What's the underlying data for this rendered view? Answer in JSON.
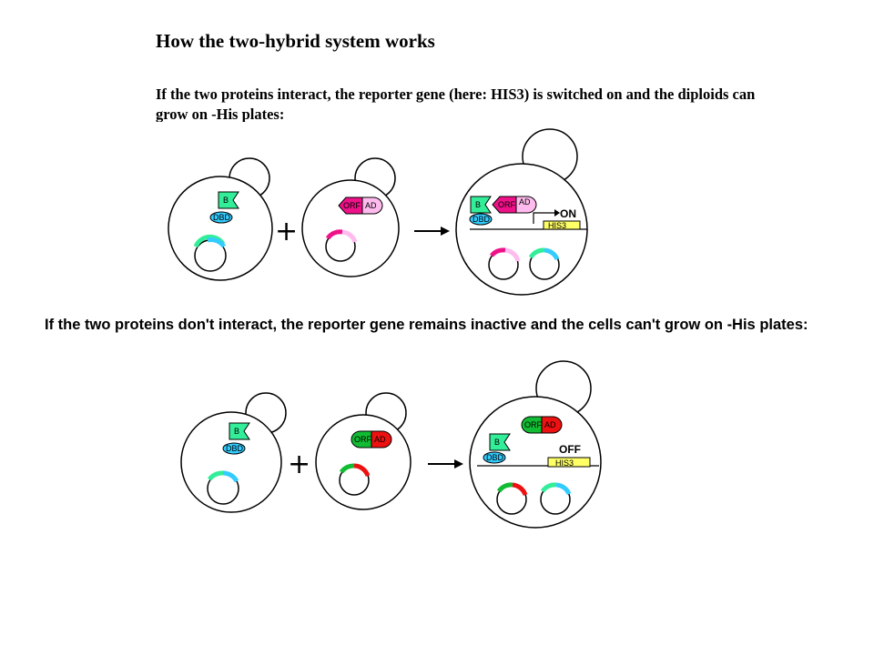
{
  "title": "How the two-hybrid system works",
  "intro": "If the two proteins interact, the reporter gene (here: HIS3) is switched on and the diploids can grow on -His plates:",
  "negative_intro": "If the two proteins don't interact, the reporter gene remains inactive and the cells can't grow on -His plates:",
  "labels": {
    "bait": "B",
    "dna_binding_domain": "DBD",
    "prey_orf": "ORF",
    "activation_domain": "AD",
    "reporter_gene": "HIS3",
    "state_on": "ON",
    "state_off": "OFF",
    "plus": "+"
  },
  "colors": {
    "bait_fill": "#33ee99",
    "dbd_fill": "#33ccff",
    "orf_interacting": "#ee1188",
    "ad_interacting": "#ffbbee",
    "orf_noninteracting": "#11bb33",
    "ad_noninteracting": "#ee1111",
    "reporter_fill": "#ffff66"
  }
}
